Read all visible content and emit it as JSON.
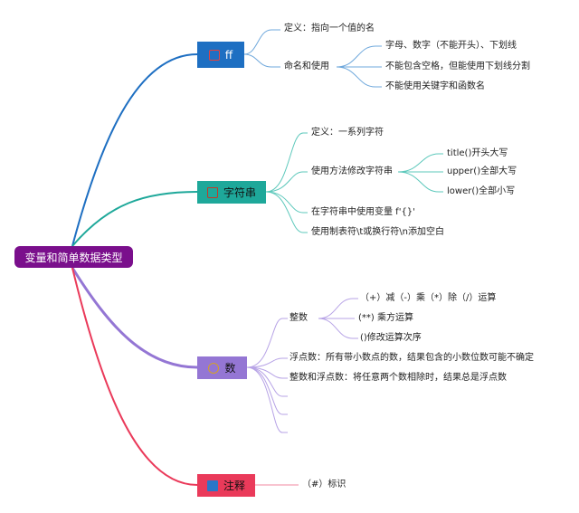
{
  "root": {
    "label": "变量和简单数据类型"
  },
  "branches": [
    {
      "label": "ff",
      "color": "#1e6fc2",
      "icon": "lock-icon"
    },
    {
      "label": "字符串",
      "color": "#1ea89a",
      "icon": "home-icon"
    },
    {
      "label": "数",
      "color": "#9476d4",
      "icon": "badge-icon"
    },
    {
      "label": "注释",
      "color": "#ea3a5a",
      "icon": "tag-icon"
    }
  ],
  "variable": {
    "definition": "定义：指向一个值的名",
    "naming": "命名和使用",
    "naming_rules": [
      "字母、数字（不能开头）、下划线",
      "不能包含空格，但能使用下划线分割",
      "不能使用关键字和函数名"
    ]
  },
  "string": {
    "definition": "定义：一系列字符",
    "methods": "使用方法修改字符串",
    "method_items": [
      "title()开头大写",
      "upper()全部大写",
      "lower()全部小写"
    ],
    "fstring": "在字符串中使用变量 f'{}'",
    "whitespace": "使用制表符\\t或换行符\\n添加空白"
  },
  "number": {
    "integer": "整数",
    "integer_items": [
      "（+）减（-）乘（*）除（/）运算",
      "(**) 乘方运算",
      "()修改运算次序"
    ],
    "float": "浮点数：所有带小数点的数，结果包含的小数位数可能不确定",
    "mixed": "整数和浮点数：将任意两个数相除时，结果总是浮点数"
  },
  "comment": {
    "item": "（#）标识"
  }
}
